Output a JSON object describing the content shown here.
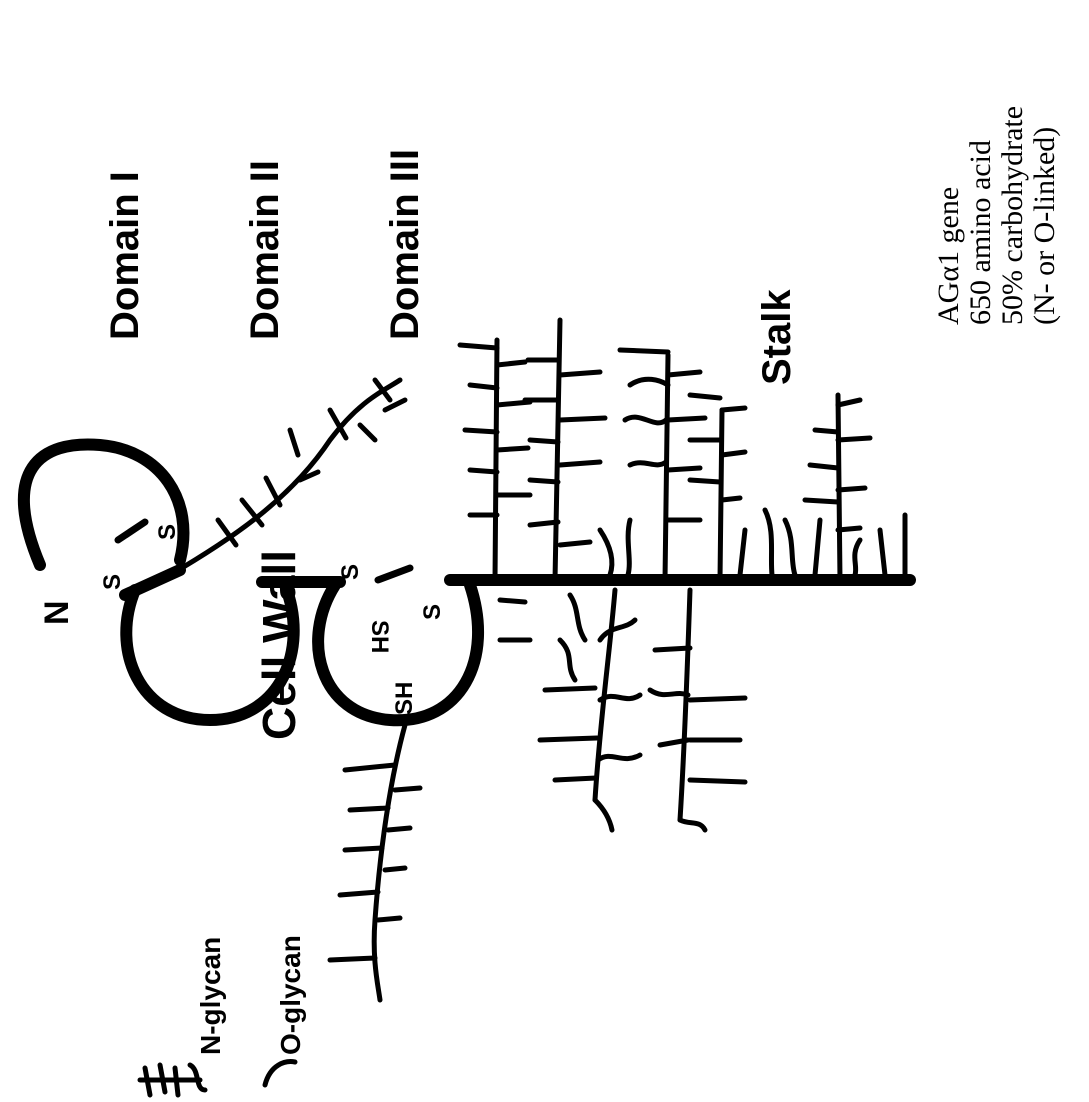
{
  "labels": {
    "domain1": "Domain I",
    "domain2": "Domain II",
    "domain3": "Domain III",
    "stalk": "Stalk",
    "cell_wall": "Cell Wall",
    "n_terminus": "N",
    "s1": "S",
    "s2": "S",
    "s3": "S",
    "s4": "S",
    "sh1": "SH",
    "sh2": "SH",
    "legend_n": "N-glycan",
    "legend_o": "O-glycan"
  },
  "info": {
    "line1": "AGα1 gene",
    "line2": "650 amino acid",
    "line3": "50% carbohydrate",
    "line4": "(N- or O-linked)"
  },
  "colors": {
    "ink": "#000000",
    "background": "#ffffff"
  }
}
